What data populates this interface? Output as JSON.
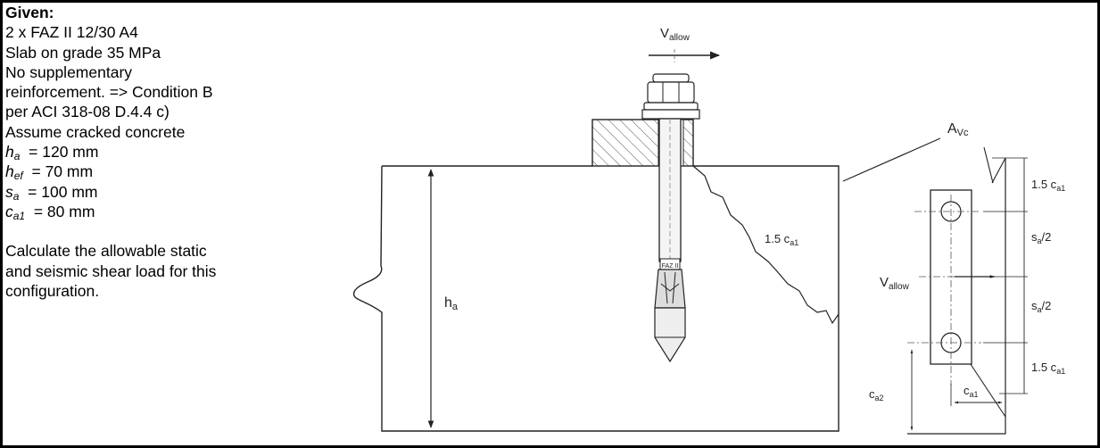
{
  "given": {
    "heading": "Given:",
    "lines": [
      "2 x FAZ II 12/30 A4",
      "Slab on grade 35 MPa",
      "No supplementary",
      "reinforcement. => Condition B",
      "per ACI 318-08 D.4.4 c)",
      "Assume cracked concrete"
    ],
    "params": [
      {
        "sym": "h",
        "sub": "a",
        "value": "=  120 mm"
      },
      {
        "sym": "h",
        "sub": "ef",
        "value": "=  70 mm"
      },
      {
        "sym": "s",
        "sub": "a",
        "value": "=  100 mm"
      },
      {
        "sym": "c",
        "sub": "a1",
        "value": "=  80 mm"
      }
    ],
    "task_lines": [
      "Calculate the allowable static",
      "and seismic shear load for this",
      "configuration."
    ]
  },
  "drawing": {
    "v_allow_main": {
      "base": "V",
      "sub": "allow"
    },
    "v_allow_plan": {
      "base": "V",
      "sub": "allow"
    },
    "ha_label": {
      "base": "h",
      "sub": "a"
    },
    "breakout_label": {
      "base": "1.5 c",
      "sub": "a1"
    },
    "avc_label": {
      "base": "A",
      "sub": "Vc"
    },
    "dim_top": {
      "base": "1.5 c",
      "sub": "a1"
    },
    "dim_half1": {
      "base": "s",
      "sub": "a",
      "tail": "/2"
    },
    "dim_half2": {
      "base": "s",
      "sub": "a",
      "tail": "/2"
    },
    "dim_bottom": {
      "base": "1.5 c",
      "sub": "a1"
    },
    "ca2_label": {
      "base": "c",
      "sub": "a2"
    },
    "ca1_label": {
      "base": "c",
      "sub": "a1"
    },
    "anchor_marking": "FAZ II"
  }
}
